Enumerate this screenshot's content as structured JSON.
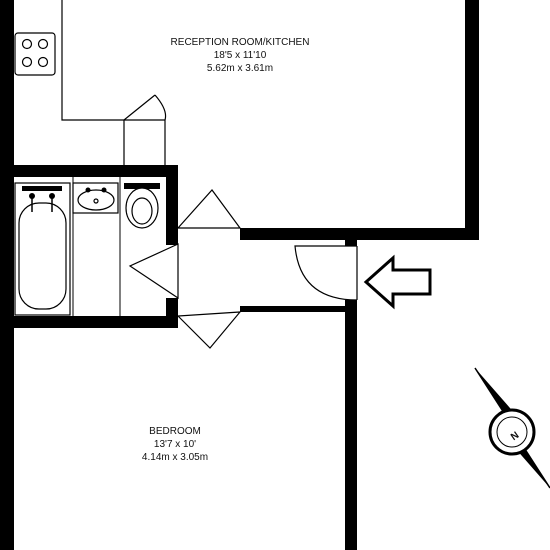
{
  "rooms": {
    "reception": {
      "name": "RECEPTION ROOM/KITCHEN",
      "dims_imperial": "18'5 x 11'10",
      "dims_metric": "5.62m x 3.61m"
    },
    "bedroom": {
      "name": "BEDROOM",
      "dims_imperial": "13'7 x 10'",
      "dims_metric": "4.14m x 3.05m"
    }
  },
  "compass": {
    "north_label": "N",
    "icon": "north-compass-icon"
  },
  "entrance": {
    "icon": "entrance-arrow-icon"
  }
}
